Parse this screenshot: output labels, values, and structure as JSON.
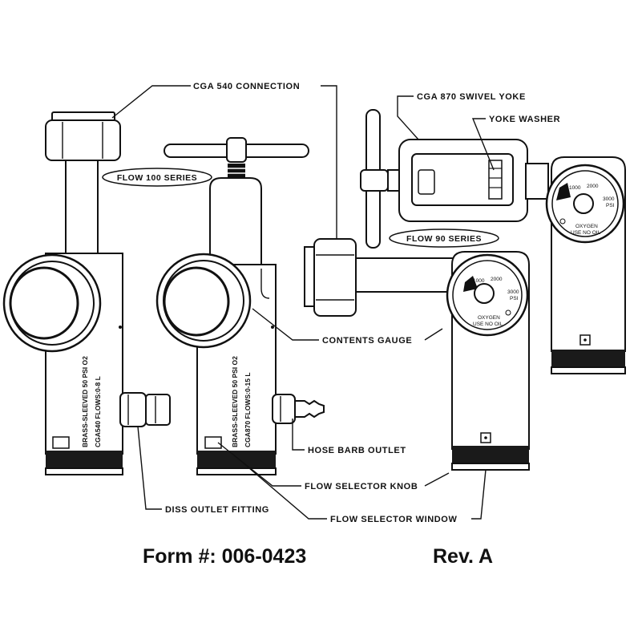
{
  "labels": {
    "cga540": "CGA 540 CONNECTION",
    "cga870": "CGA 870 SWIVEL YOKE",
    "yoke_washer": "YOKE WASHER",
    "contents_gauge": "CONTENTS GAUGE",
    "hose_barb": "HOSE BARB OUTLET",
    "flow_knob": "FLOW SELECTOR KNOB",
    "diss": "DISS OUTLET FITTING",
    "flow_window": "FLOW SELECTOR WINDOW"
  },
  "series": {
    "flow100": "FLOW 100 SERIES",
    "flow90": "FLOW 90 SERIES"
  },
  "body_text": {
    "left_line1": "BRASS-SLEEVED 50 PSI O2",
    "left_line2": "CGA540     FLOWS:0-8 L",
    "mid_line1": "BRASS-SLEEVED 50 PSI O2",
    "mid_line2": "CGA870     FLOWS:0-15 L"
  },
  "gauge": {
    "tick_1000": "1000",
    "tick_2000": "2000",
    "tick_3000": "3000",
    "unit": "PSI",
    "gas": "OXYGEN",
    "warning": "USE NO OIL"
  },
  "footer": {
    "form": "Form #:  006-0423",
    "rev": "Rev. A"
  }
}
